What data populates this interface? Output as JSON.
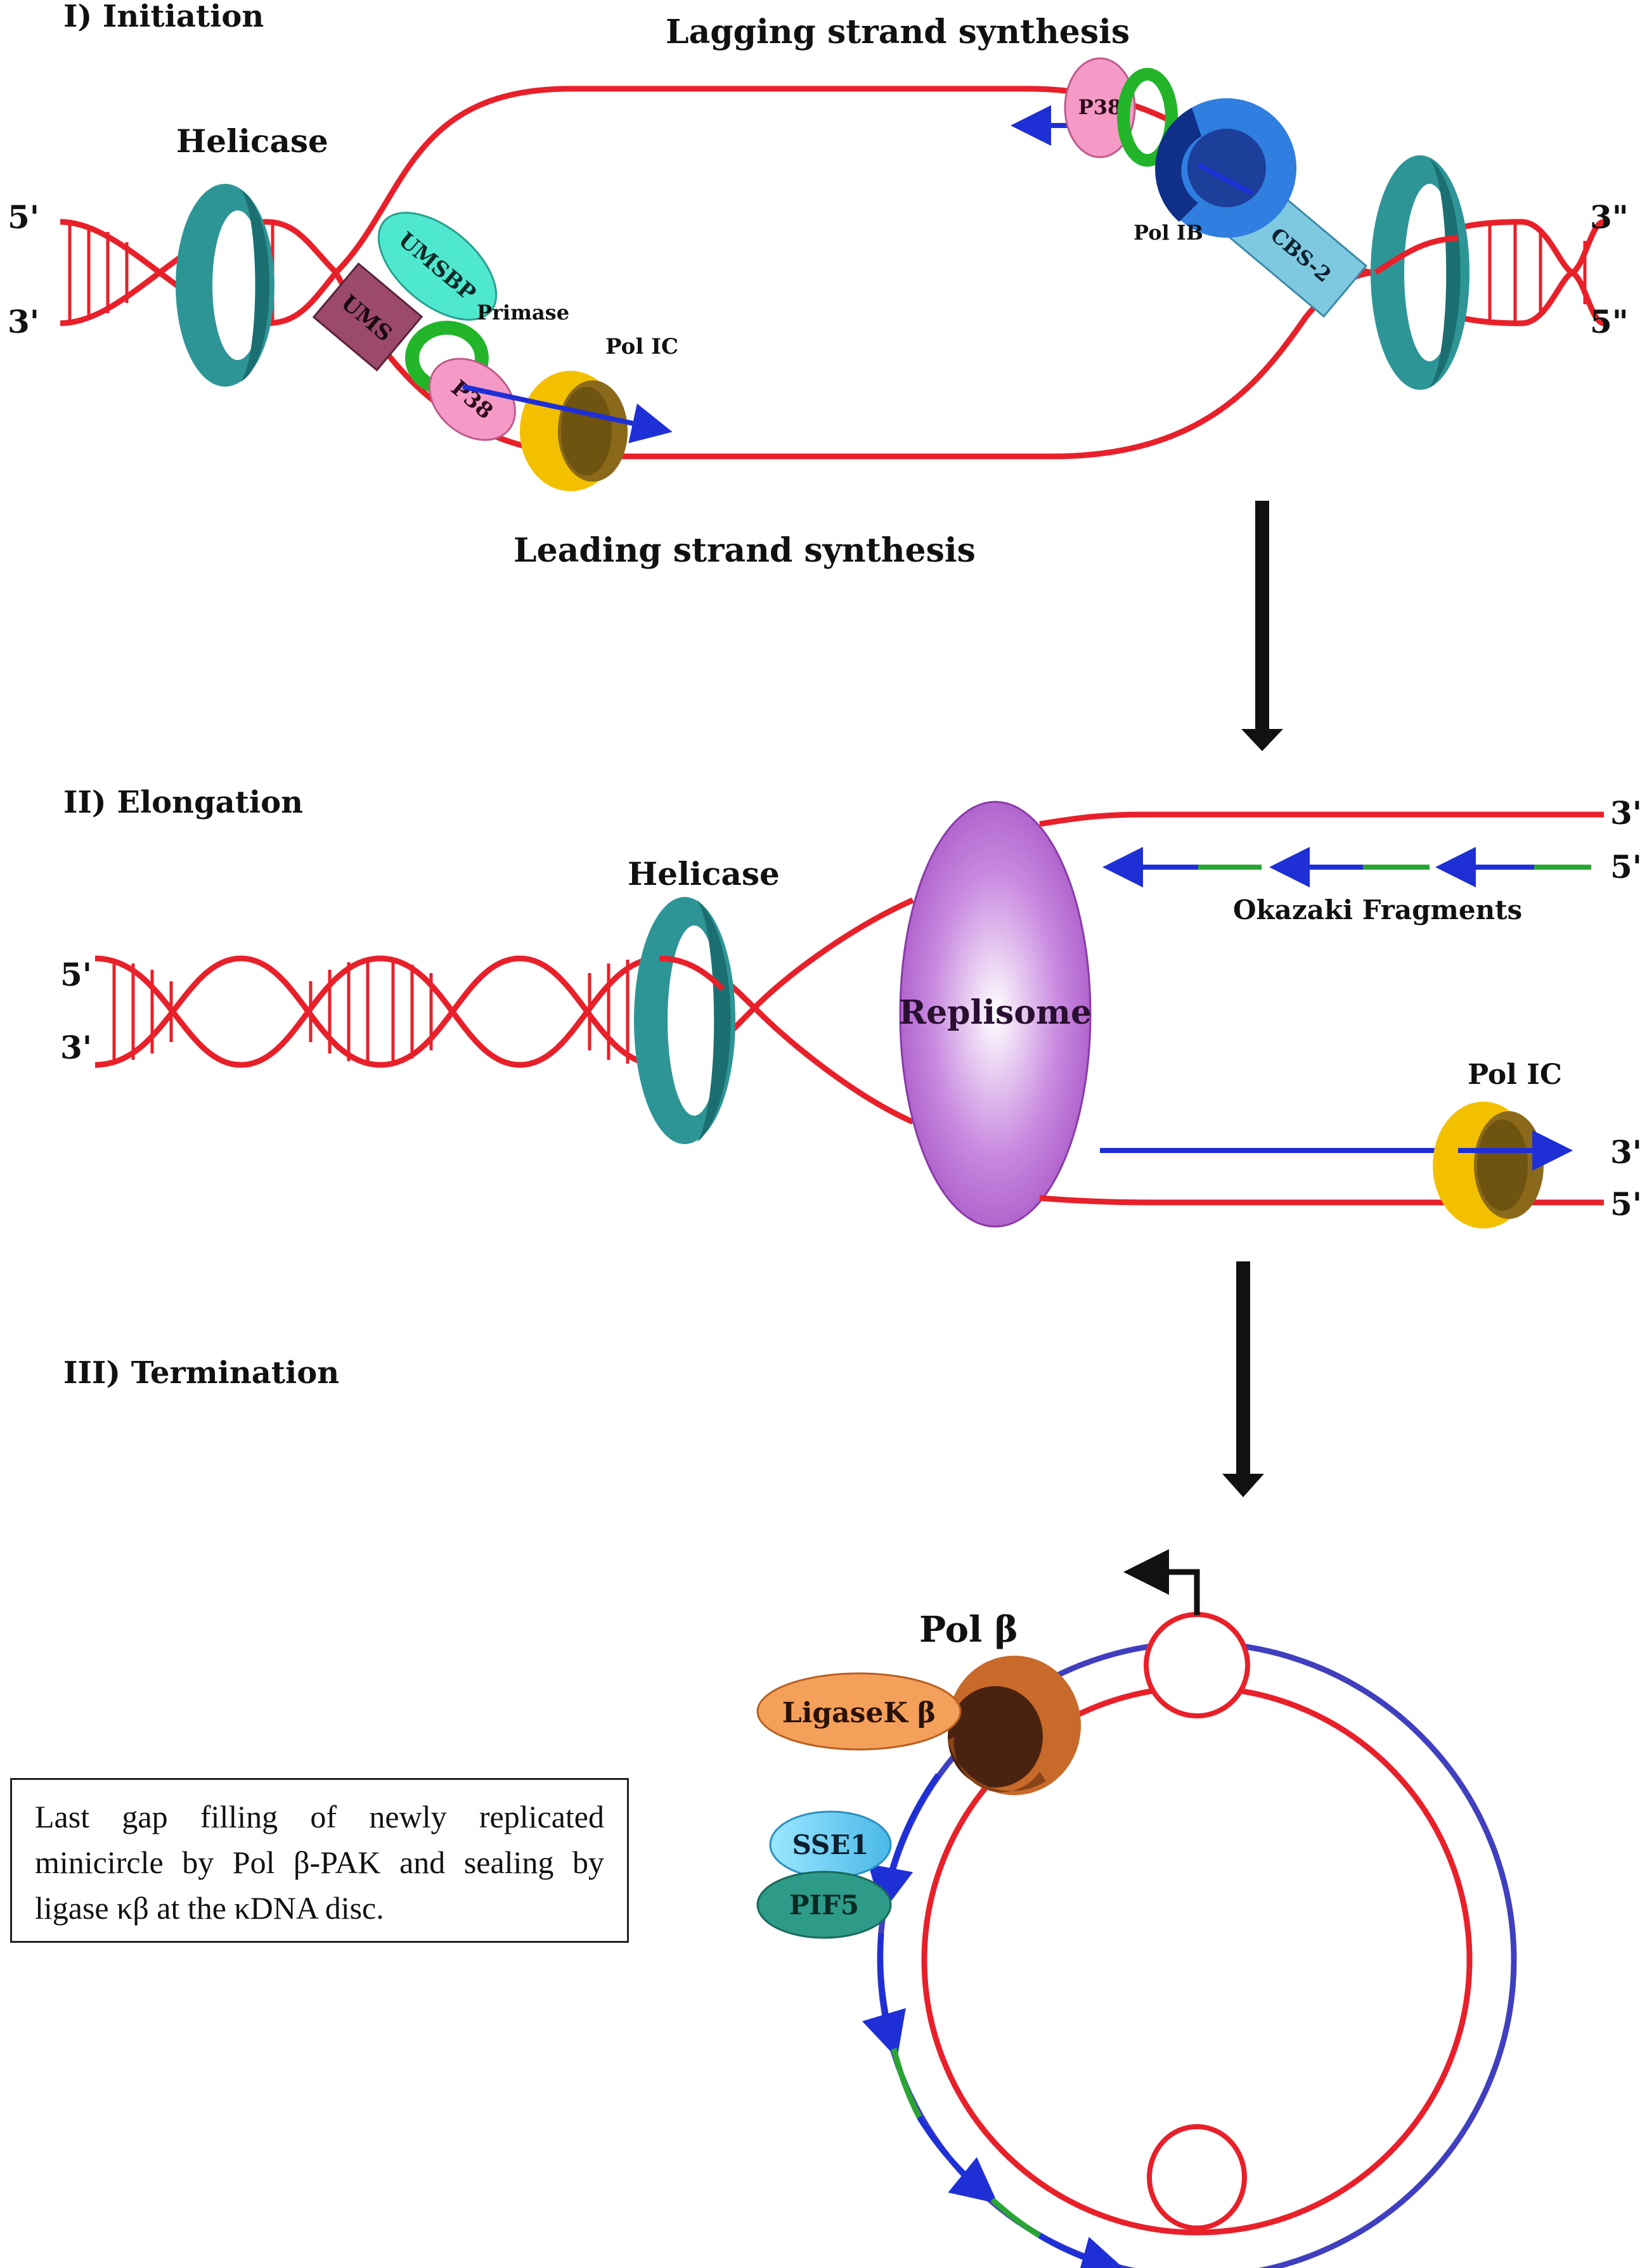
{
  "sections": {
    "initiation": "I) Initiation",
    "elongation": "II) Elongation",
    "termination": "III) Termination"
  },
  "initiation": {
    "lagging_label": "Lagging strand synthesis",
    "leading_label": "Leading strand synthesis",
    "helicase_label": "Helicase",
    "end_left_top": "5'",
    "end_left_bottom": "3'",
    "end_right_top": "3\"",
    "end_right_bottom": "5\"",
    "umsbp": "UMSBP",
    "ums": "UMS",
    "primase": "Primase",
    "p38_bottom": "P38",
    "p38_top": "P38",
    "pol_ic": "Pol IC",
    "pol_ib": "Pol IB",
    "cbs2": "CBS-2"
  },
  "elongation": {
    "helicase_label": "Helicase",
    "replisome": "Replisome",
    "okazaki": "Okazaki Fragments",
    "pol_ic": "Pol IC",
    "end_left_top": "5'",
    "end_left_bottom": "3'",
    "end_right_1": "3'",
    "end_right_2": "5'",
    "end_right_3": "3'",
    "end_right_4": "5'"
  },
  "termination": {
    "pol_beta": "Pol β",
    "ligase": "LigaseK β",
    "sse1": "SSE1",
    "pif5": "PIF5",
    "caption": "Last gap filling of newly replicated minicircle by Pol β-PAK and sealing by ligase κβ at the κDNA disc."
  },
  "colors": {
    "dna_red": "#e8202a",
    "new_strand_blue": "#1f2fd6",
    "primer_green": "#2aa534",
    "helicase_teal": "#2e9597",
    "replisome_purple": "#b66ad0",
    "pol_ic_yellow": "#f3c000",
    "pol_ib_blue": "#2f7ee0"
  }
}
